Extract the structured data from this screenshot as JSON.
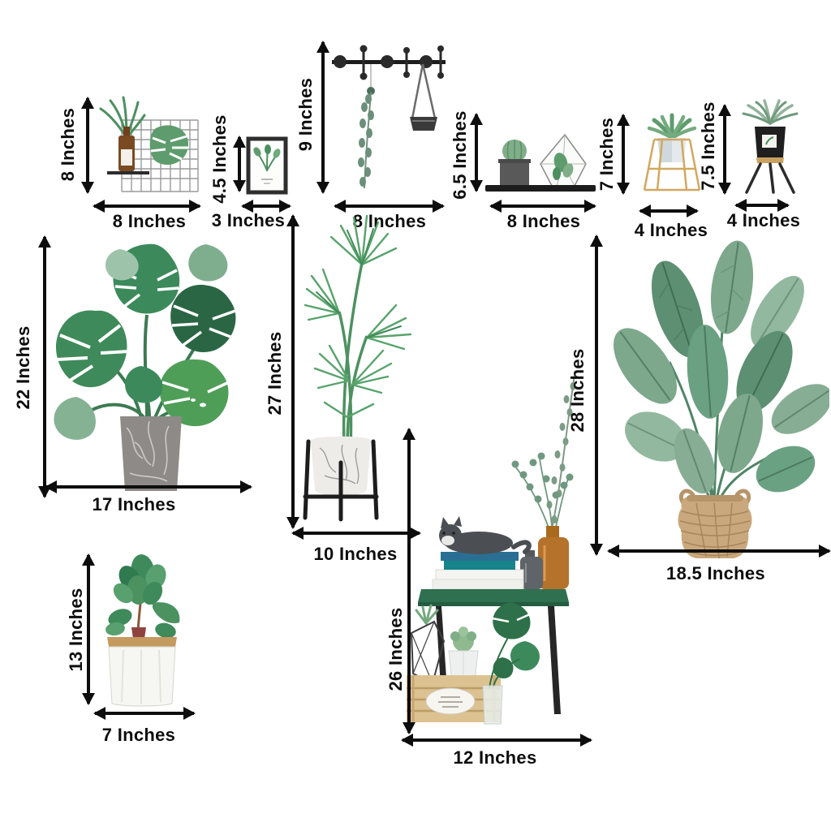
{
  "unit": "Inches",
  "colors": {
    "background": "#ffffff",
    "arrow": "#0d0d0d",
    "leaf_dark": "#2e7049",
    "leaf_mid": "#4c8f5f",
    "leaf_bright": "#4f9e58",
    "leaf_sage": "#8fb49c",
    "table_green": "#2f7050",
    "basket_tan": "#c9a87d",
    "gold_stand": "#d2a85f",
    "amber_bottle": "#b5722a",
    "book_blue": "#2a6f93",
    "marble_gray": "#8e8a87"
  },
  "items": [
    {
      "id": "grid-panel",
      "icon": "wire-grid-panel-with-bottle-plant-and-monstera-leaf",
      "height": "8 Inches",
      "width": "8 Inches",
      "height_in": 8,
      "width_in": 8
    },
    {
      "id": "framed-print",
      "icon": "framed-botanical-print",
      "height": "4.5 Inches",
      "width": "3 Inches",
      "height_in": 4.5,
      "width_in": 3
    },
    {
      "id": "hanging-rack",
      "icon": "wall-hook-rack-with-eucalyptus-and-hanging-bag",
      "height": "9 Inches",
      "width": "8 Inches",
      "height_in": 9,
      "width_in": 8
    },
    {
      "id": "wall-shelf",
      "icon": "wall-shelf-with-cactus-and-terrarium",
      "height": "6.5 Inches",
      "width": "8 Inches",
      "height_in": 6.5,
      "width_in": 8
    },
    {
      "id": "gold-stand-planter",
      "icon": "succulent-in-gold-wire-stand",
      "height": "7 Inches",
      "width": "4 Inches",
      "height_in": 7,
      "width_in": 4
    },
    {
      "id": "tripod-planter",
      "icon": "plant-in-black-tripod-pot",
      "height": "7.5 Inches",
      "width": "4 Inches",
      "height_in": 7.5,
      "width_in": 4
    },
    {
      "id": "monstera-plant",
      "icon": "monstera-in-marble-pot",
      "height": "22 Inches",
      "width": "17 Inches",
      "height_in": 22,
      "width_in": 17
    },
    {
      "id": "palm-plant",
      "icon": "areca-palm-in-pot-with-stand",
      "height": "27 Inches",
      "width": "10 Inches",
      "height_in": 27,
      "width_in": 10
    },
    {
      "id": "table-scene",
      "icon": "plant-table-with-cat-books-and-crate",
      "height": "26 Inches",
      "width": "12 Inches",
      "height_in": 26,
      "width_in": 12
    },
    {
      "id": "banana-leaf-plant",
      "icon": "banana-leaf-plant-in-woven-basket",
      "height": "28 Inches",
      "width": "18.5 Inches",
      "height_in": 28,
      "width_in": 18.5
    },
    {
      "id": "fiddle-leaf-plant",
      "icon": "fiddle-leaf-fig-in-white-pot",
      "height": "13 Inches",
      "width": "7 Inches",
      "height_in": 13,
      "width_in": 7
    }
  ]
}
